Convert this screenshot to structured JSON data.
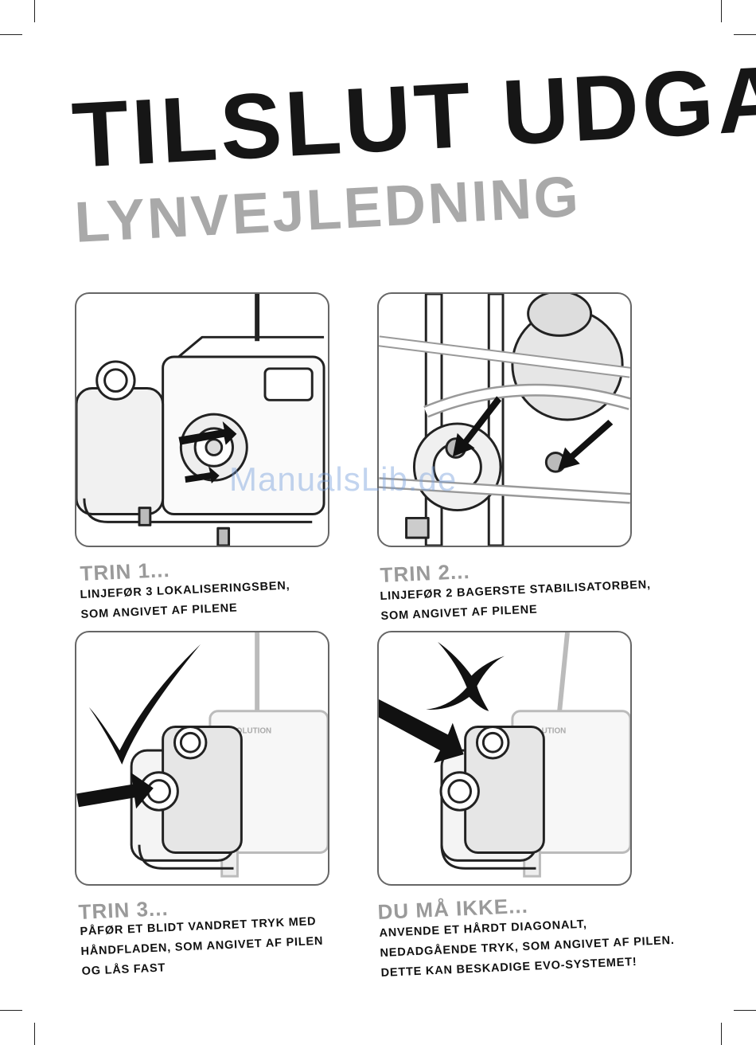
{
  "header": {
    "title": "TILSLUT UDGANG",
    "subtitle": "LYNVEJLEDNING"
  },
  "watermark": "ManualsLib.de",
  "steps": [
    {
      "heading": "TRIN 1...",
      "lines": [
        "LINJEFØR 3 LOKALISERINGSBEN,",
        "SOM ANGIVET AF PILENE"
      ]
    },
    {
      "heading": "TRIN 2...",
      "lines": [
        "LINJEFØR 2 BAGERSTE STABILISATORBEN,",
        "SOM ANGIVET AF PILENE"
      ]
    },
    {
      "heading": "TRIN 3...",
      "lines": [
        "PÅFØR ET BLIDT VANDRET TRYK MED",
        "HÅNDFLADEN, SOM ANGIVET AF PILEN",
        "OG LÅS FAST"
      ]
    },
    {
      "heading": "DU MÅ IKKE...",
      "lines": [
        "ANVENDE ET HÅRDT DIAGONALT,",
        "NEDADGÅENDE TRYK, SOM ANGIVET AF PILEN.",
        "DETTE KAN BESKADIGE EVO-SYSTEMET!"
      ]
    }
  ],
  "illustration_labels": {
    "brand": "EVOLUTION"
  },
  "colors": {
    "title": "#161616",
    "subtitle": "#a9a9a9",
    "step_heading": "#9a9a9a",
    "panel_border": "#666666"
  }
}
